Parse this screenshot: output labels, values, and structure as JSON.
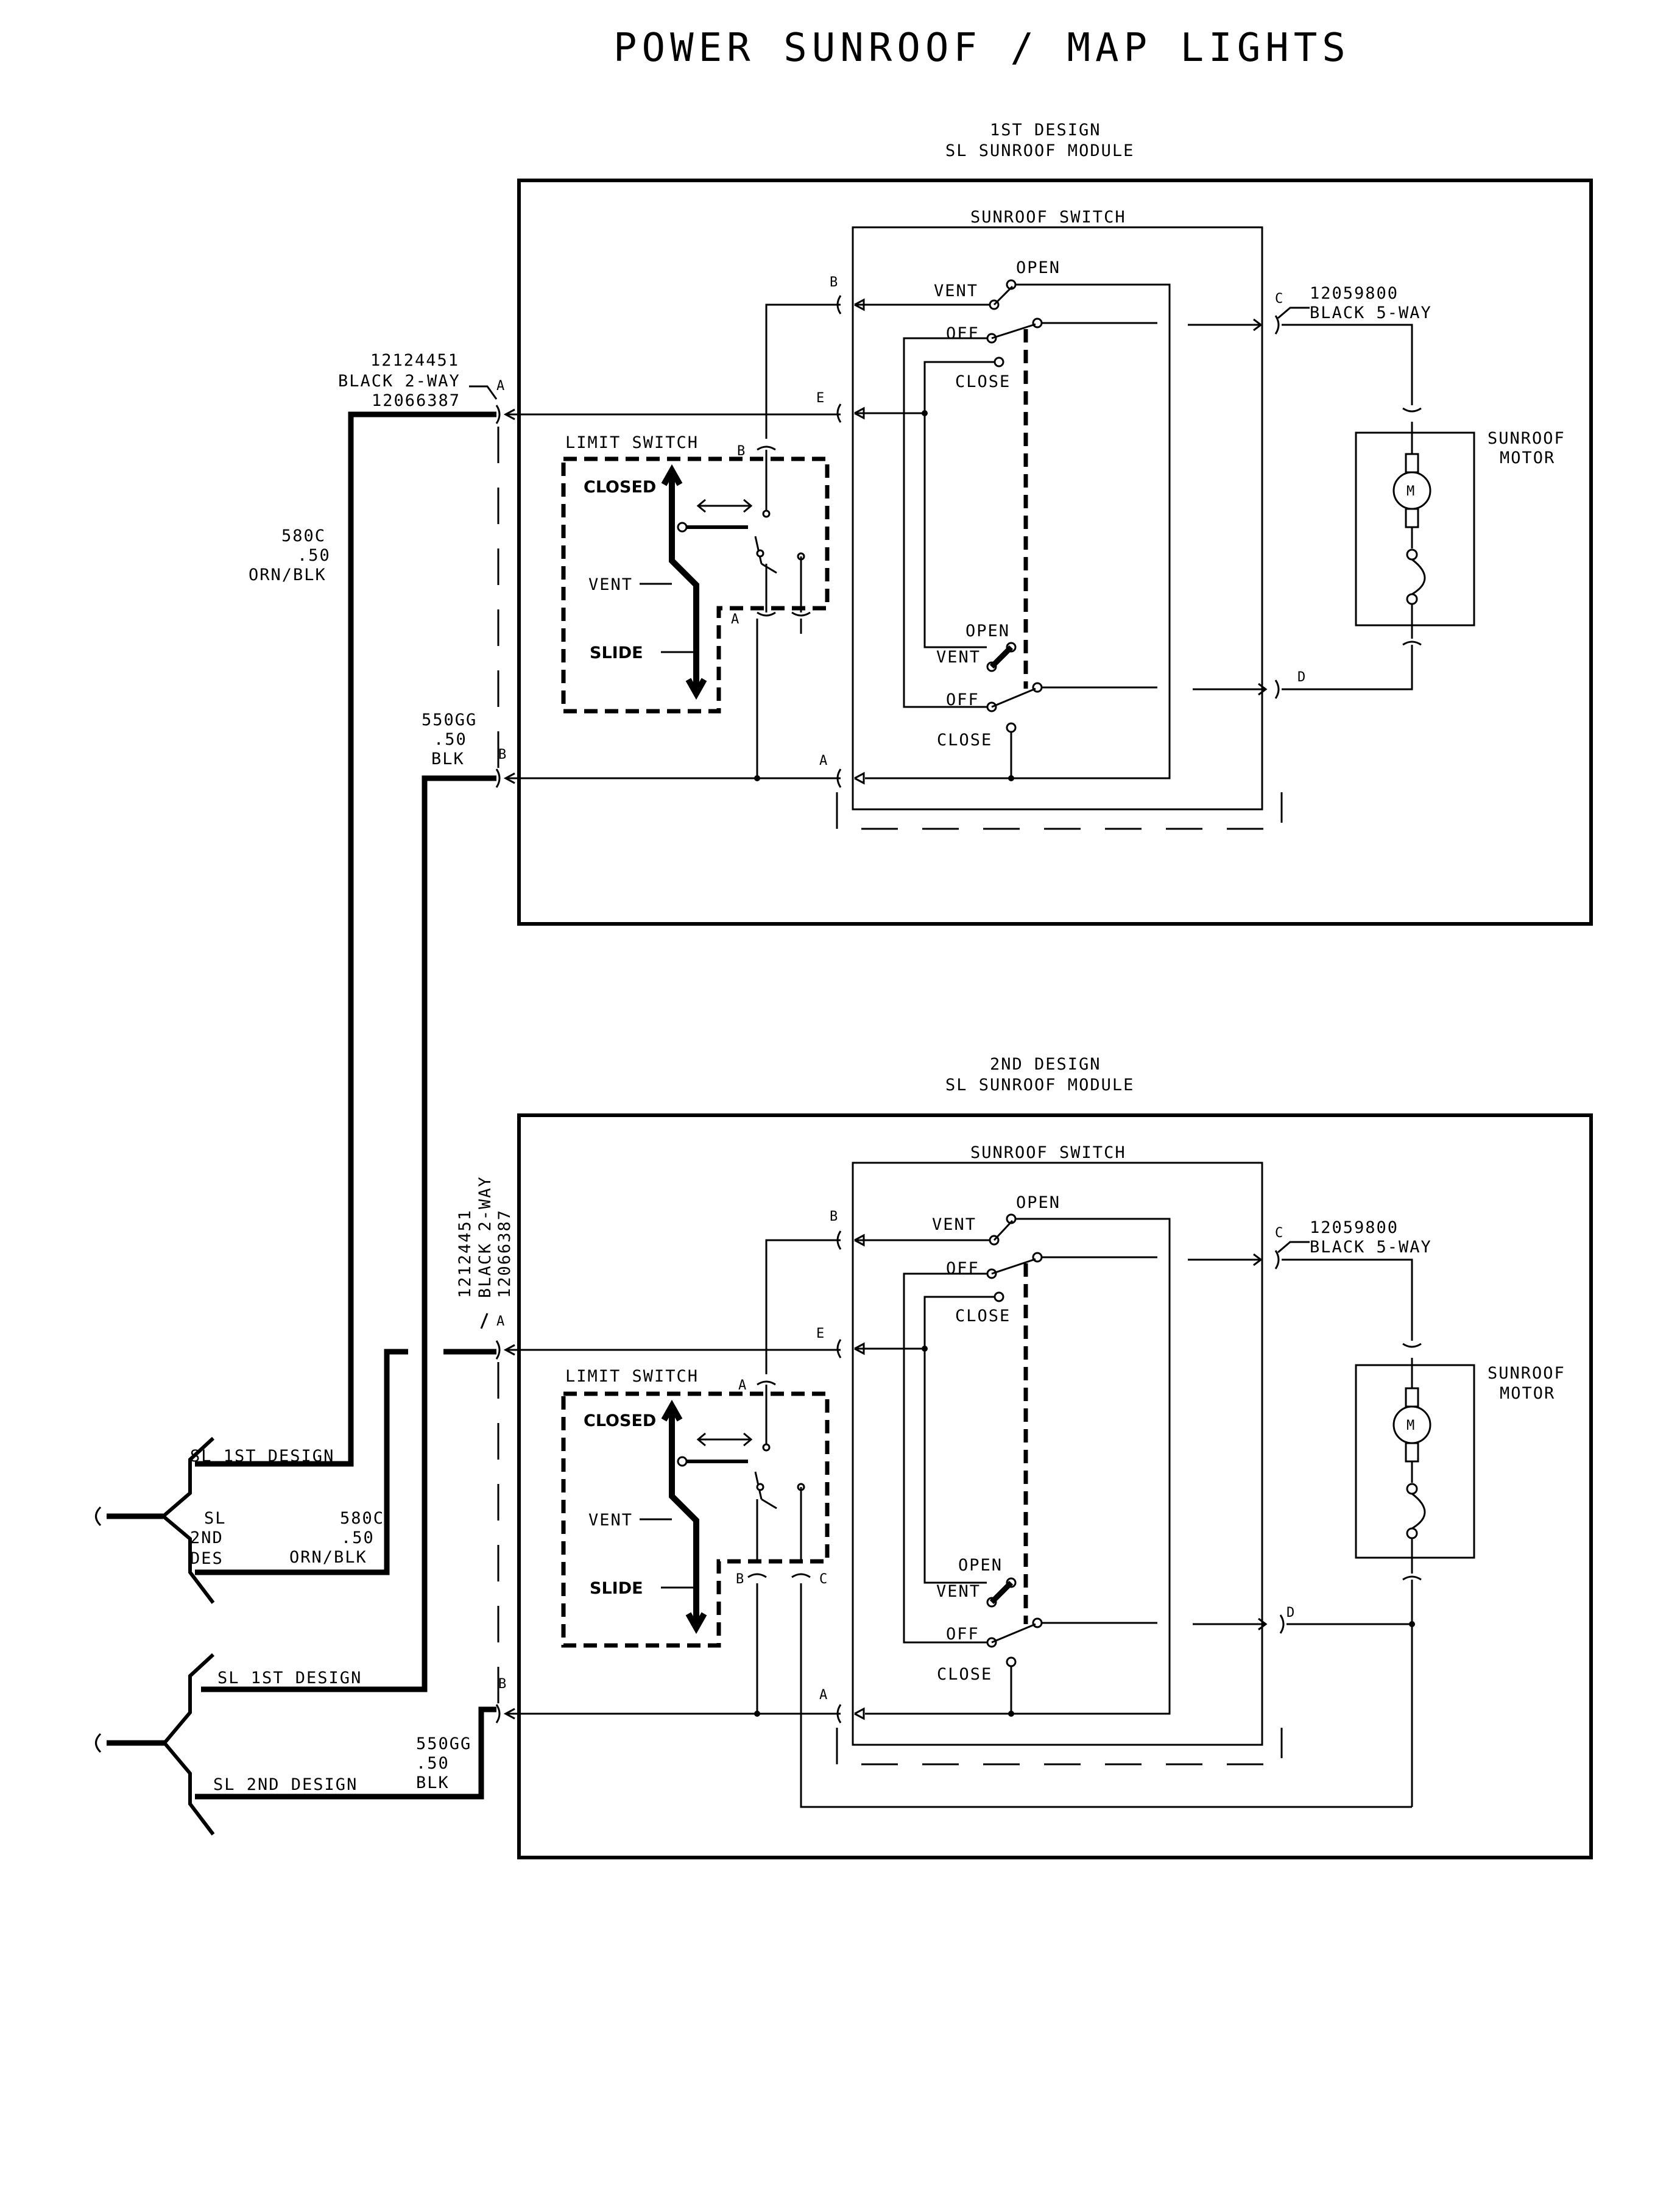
{
  "title": "POWER SUNROOF / MAP LIGHTS",
  "modules": [
    {
      "title_line1": "1ST DESIGN",
      "title_line2": "SL SUNROOF MODULE",
      "switch_title": "SUNROOF SWITCH",
      "vent": "VENT",
      "open": "OPEN",
      "off": "OFF",
      "close": "CLOSE",
      "vent2": "VENT",
      "open2": "OPEN",
      "off2": "OFF",
      "close2": "CLOSE",
      "limit_title": "LIMIT SWITCH",
      "closed": "CLOSED",
      "lvent": "VENT",
      "slide": "SLIDE",
      "pin_b": "B",
      "pin_e": "E",
      "pin_a": "A",
      "pin_c": "C",
      "pin_d": "D",
      "lim_b": "B",
      "lim_a": "A",
      "conn_part": "12059800",
      "conn_desc": "BLACK 5-WAY",
      "motor_l1": "SUNROOF",
      "motor_l2": "MOTOR",
      "motor_m": "M",
      "conn2_l1": "12124451",
      "conn2_l2": "BLACK 2-WAY",
      "conn2_l3": "12066387",
      "conn2_a": "A",
      "conn2_b": "B",
      "wire1_l1": "580C",
      "wire1_l2": ".50",
      "wire1_l3": "ORN/BLK",
      "wire2_l1": "550GG",
      "wire2_l2": ".50",
      "wire2_l3": "BLK"
    },
    {
      "title_line1": "2ND DESIGN",
      "title_line2": "SL SUNROOF MODULE",
      "switch_title": "SUNROOF SWITCH",
      "vent": "VENT",
      "open": "OPEN",
      "off": "OFF",
      "close": "CLOSE",
      "vent2": "VENT",
      "open2": "OPEN",
      "off2": "OFF",
      "close2": "CLOSE",
      "limit_title": "LIMIT SWITCH",
      "closed": "CLOSED",
      "lvent": "VENT",
      "slide": "SLIDE",
      "pin_b": "B",
      "pin_e": "E",
      "pin_a": "A",
      "pin_c": "C",
      "pin_d": "D",
      "lim_a": "A",
      "lim_b": "B",
      "lim_c": "C",
      "conn_part": "12059800",
      "conn_desc": "BLACK 5-WAY",
      "motor_l1": "SUNROOF",
      "motor_l2": "MOTOR",
      "motor_m": "M",
      "conn2_l1": "12124451",
      "conn2_l2": "BLACK 2-WAY",
      "conn2_l3": "12066387",
      "conn2_a": "A",
      "conn2_b": "B",
      "wire1_l1": "580C",
      "wire1_l2": ".50",
      "wire1_l3": "ORN/BLK",
      "wire2_l1": "550GG",
      "wire2_l2": ".50",
      "wire2_l3": "BLK"
    }
  ],
  "splices": {
    "top_1st": "SL 1ST DESIGN",
    "top_sl": "SL",
    "top_2nd": "2ND",
    "top_des": "DES",
    "bot_1st": "SL 1ST DESIGN",
    "bot_2nd": "SL 2ND DESIGN"
  }
}
